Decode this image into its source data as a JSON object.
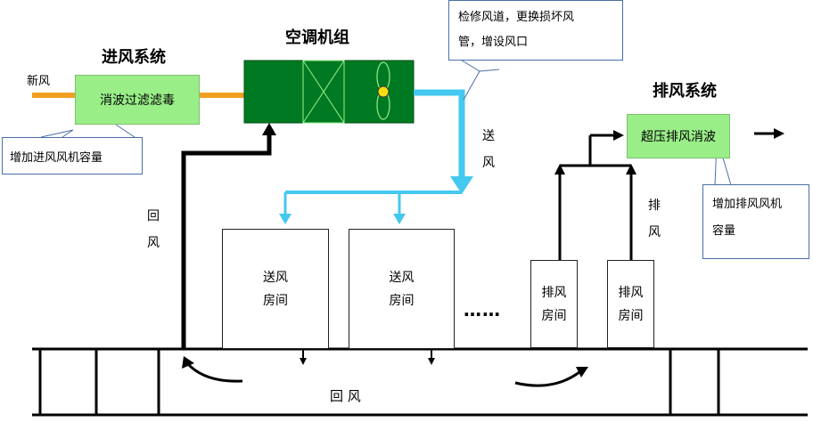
{
  "headings": {
    "intake": "进风系统",
    "ahu": "空调机组",
    "exhaust": "排风系统"
  },
  "labels": {
    "fresh_air": "新风",
    "intake_unit": "消波过滤滤毒",
    "exhaust_unit": "超压排风消波",
    "supply_air": [
      "送",
      "风"
    ],
    "return_air_left": [
      "回",
      "风"
    ],
    "return_air_bottom": "回 风",
    "exhaust_air": [
      "排",
      "风"
    ],
    "ellipsis": "……"
  },
  "rooms": {
    "supply": [
      {
        "line1": "送风",
        "line2": "房间"
      },
      {
        "line1": "送风",
        "line2": "房间"
      }
    ],
    "exhaust": [
      {
        "line1": "排风",
        "line2": "房间"
      },
      {
        "line1": "排风",
        "line2": "房间"
      }
    ]
  },
  "callouts": {
    "intake": "增加进风风机容量",
    "duct": [
      "检修风道，更换损坏风",
      "管，增设风口"
    ],
    "exhaust": [
      "增加排风风机",
      "容量"
    ]
  },
  "colors": {
    "ahu_fill": "#007a22",
    "green_box": "#99ee88",
    "supply_duct": "#44c8f0",
    "pipe_orange": "#f0a020",
    "fan_yellow": "#f5dd10"
  }
}
